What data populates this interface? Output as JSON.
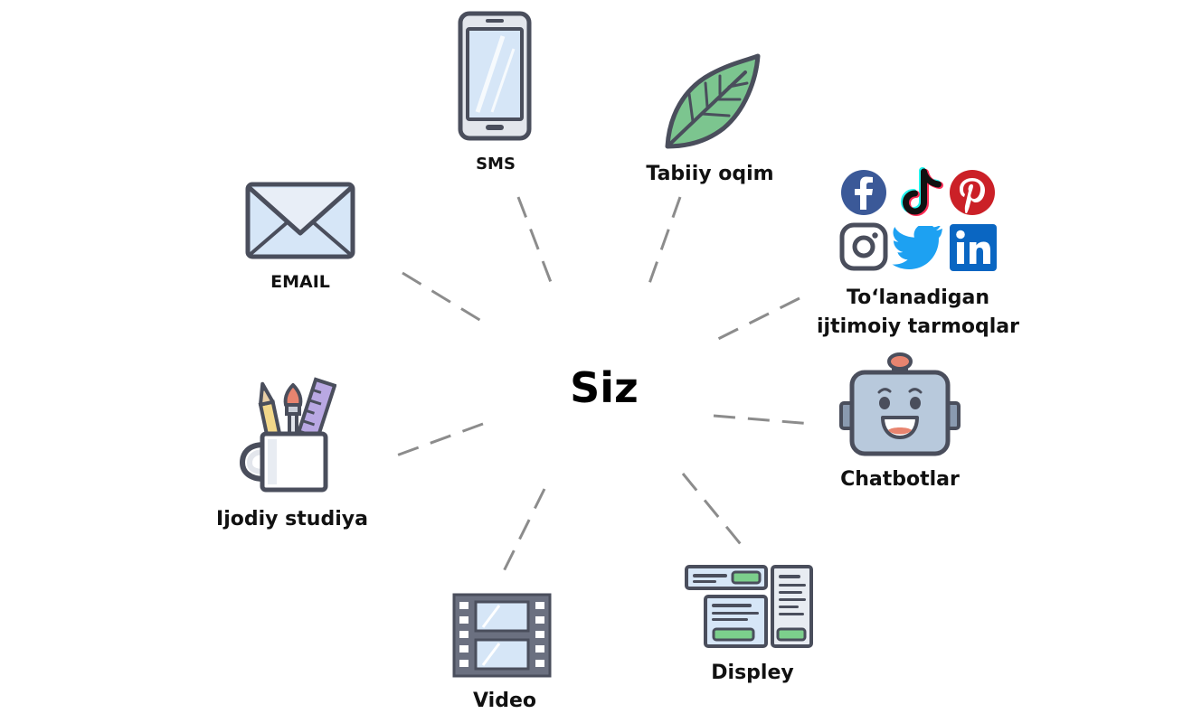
{
  "center": {
    "label": "Siz"
  },
  "channels": [
    {
      "id": "sms",
      "label": "SMS",
      "icon": "smartphone-icon"
    },
    {
      "id": "natural",
      "label": "Tabiiy oqim",
      "icon": "leaf-icon"
    },
    {
      "id": "email",
      "label": "EMAIL",
      "icon": "envelope-icon"
    },
    {
      "id": "social",
      "label_line1": "To‘lanadigan",
      "label_line2": "ijtimoiy tarmoqlar",
      "icons": [
        "facebook-icon",
        "tiktok-icon",
        "pinterest-icon",
        "instagram-icon",
        "twitter-icon",
        "linkedin-icon"
      ]
    },
    {
      "id": "chatbots",
      "label": "Chatbotlar",
      "icon": "robot-icon"
    },
    {
      "id": "creative",
      "label": "Ijodiy studiya",
      "icon": "pencil-cup-icon"
    },
    {
      "id": "display",
      "label": "Displey",
      "icon": "display-ads-icon"
    },
    {
      "id": "video",
      "label": "Video",
      "icon": "film-strip-icon"
    }
  ],
  "colors": {
    "outline": "#4a4e5c",
    "connector": "#8c8c8c",
    "leaf": "#7cc58f",
    "screen": "#d6e6f7",
    "facebook": "#3b5998",
    "pinterest": "#cb2027",
    "twitter": "#1da1f2",
    "linkedin": "#0a66c2",
    "robot_body": "#b8c9dc",
    "robot_antenna": "#e8846f",
    "green_button": "#7ccf8c"
  }
}
